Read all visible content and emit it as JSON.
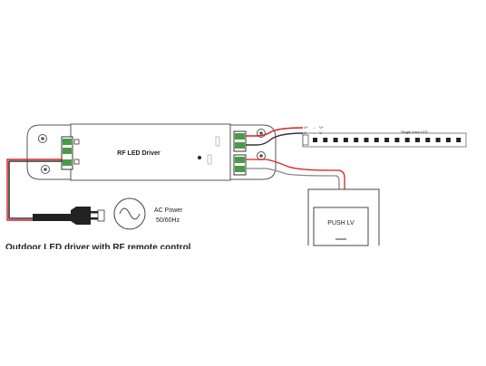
{
  "diagram": {
    "driver_label": "RF LED Driver",
    "strip_label": "Single color LED",
    "polarity_labels": [
      "V+",
      "V+",
      "V-",
      "V-"
    ],
    "ac_power_label": "AC Power",
    "ac_power_freq": "50/60Hz",
    "push_label": "PUSH LV",
    "caption": "Outdoor LED driver with RF remote control"
  },
  "colors": {
    "wire_red": "#d42020",
    "wire_dark": "#333333",
    "terminal_green": "#4a9a4a",
    "outline": "#555555"
  }
}
